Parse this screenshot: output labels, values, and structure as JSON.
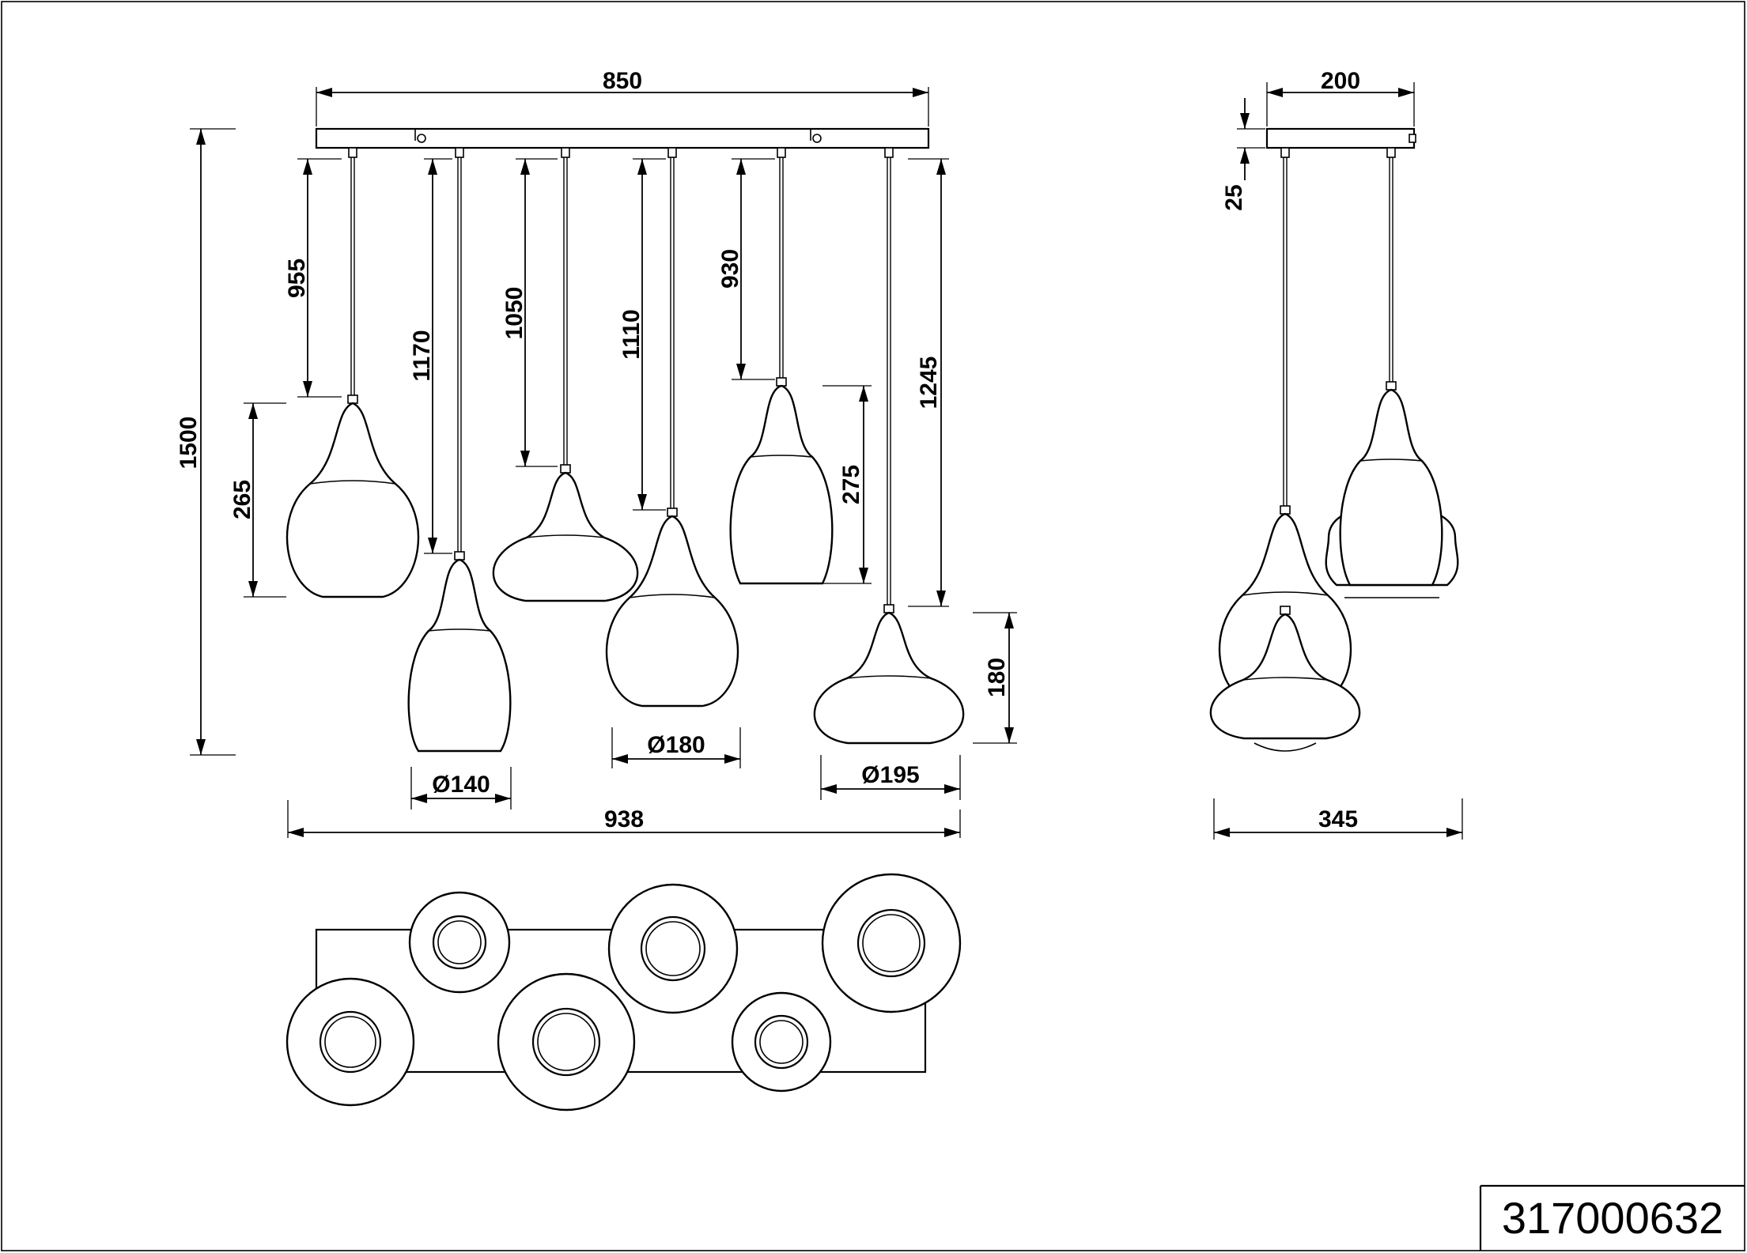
{
  "diagram": {
    "product_code": "317000632",
    "front_view": {
      "dimensions": {
        "canopy_length": "850",
        "total_height": "1500",
        "cord_1": "955",
        "cord_2": "1170",
        "cord_3": "1050",
        "cord_4": "1110",
        "cord_5": "930",
        "cord_6": "1245",
        "shade_height_a": "265",
        "shade_height_b": "275",
        "shade_height_c": "180",
        "diameter_small": "Ø140",
        "diameter_medium": "Ø180",
        "diameter_large": "Ø195",
        "overall_width": "938"
      }
    },
    "side_view": {
      "dimensions": {
        "canopy_depth": "200",
        "canopy_thickness": "25",
        "overall_depth": "345"
      }
    }
  }
}
